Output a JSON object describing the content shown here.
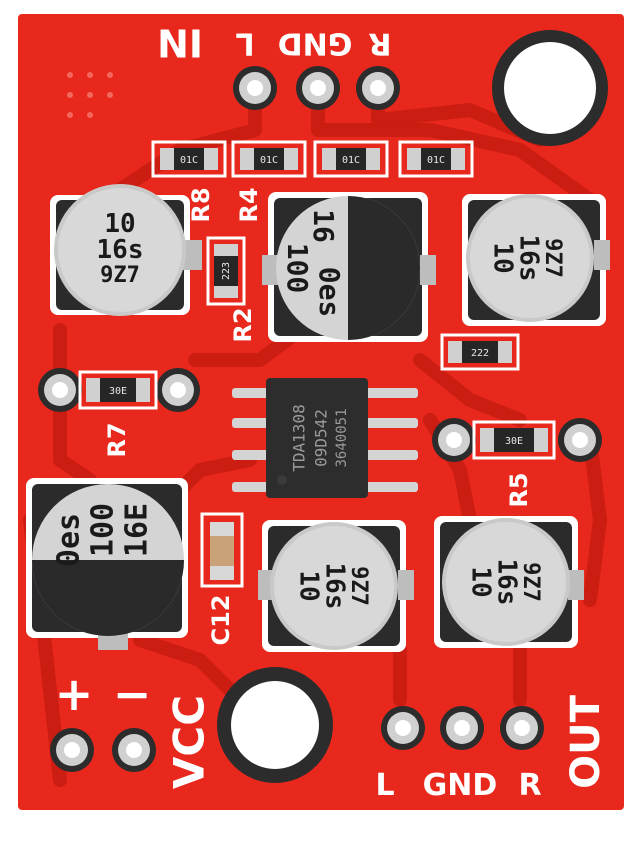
{
  "colors": {
    "pcb": "#e8281c",
    "trace": "#cc1d12",
    "silkscreen": "#ffffff",
    "cap_body": "#c9c9c9",
    "cap_base": "#2b2b2b",
    "chip": "#2d2d2d",
    "pad": "#d0d0d0"
  },
  "silkscreen": {
    "in_label": "IN",
    "in_left": "L",
    "in_gnd": "GND",
    "in_right": "R",
    "r8": "R8",
    "r4": "R4",
    "r2": "R2",
    "r7": "R7",
    "r5": "R5",
    "c12": "C12",
    "plus": "+",
    "minus": "−",
    "vcc": "VCC",
    "out_label": "OUT",
    "out_left": "L",
    "out_gnd": "GND",
    "out_right": "R"
  },
  "resistors": {
    "r_top_1": "01C",
    "r_top_2": "01C",
    "r_top_3": "01C",
    "r_top_4": "01C",
    "r2": "223",
    "r_mid": "222",
    "r7": "30E",
    "r5": "30E"
  },
  "chip": {
    "line1": "TDA1308",
    "line2": "09D542",
    "line3": "3640051"
  },
  "capacitors": {
    "c_topleft": {
      "line1": "10",
      "line2": "16s",
      "line3": "9Z7"
    },
    "c_topcenter": {
      "line1": "16",
      "line2": "100",
      "line3": "0es"
    },
    "c_topright": {
      "line1": "9Z7",
      "line2": "16s",
      "line3": "10"
    },
    "c_bottomleft": {
      "line1": "0es",
      "line2": "100",
      "line3": "16E"
    },
    "c_bottomcenter": {
      "line1": "9Z7",
      "line2": "16s",
      "line3": "10"
    },
    "c_bottomright": {
      "line1": "9Z7",
      "line2": "16s",
      "line3": "10"
    }
  }
}
